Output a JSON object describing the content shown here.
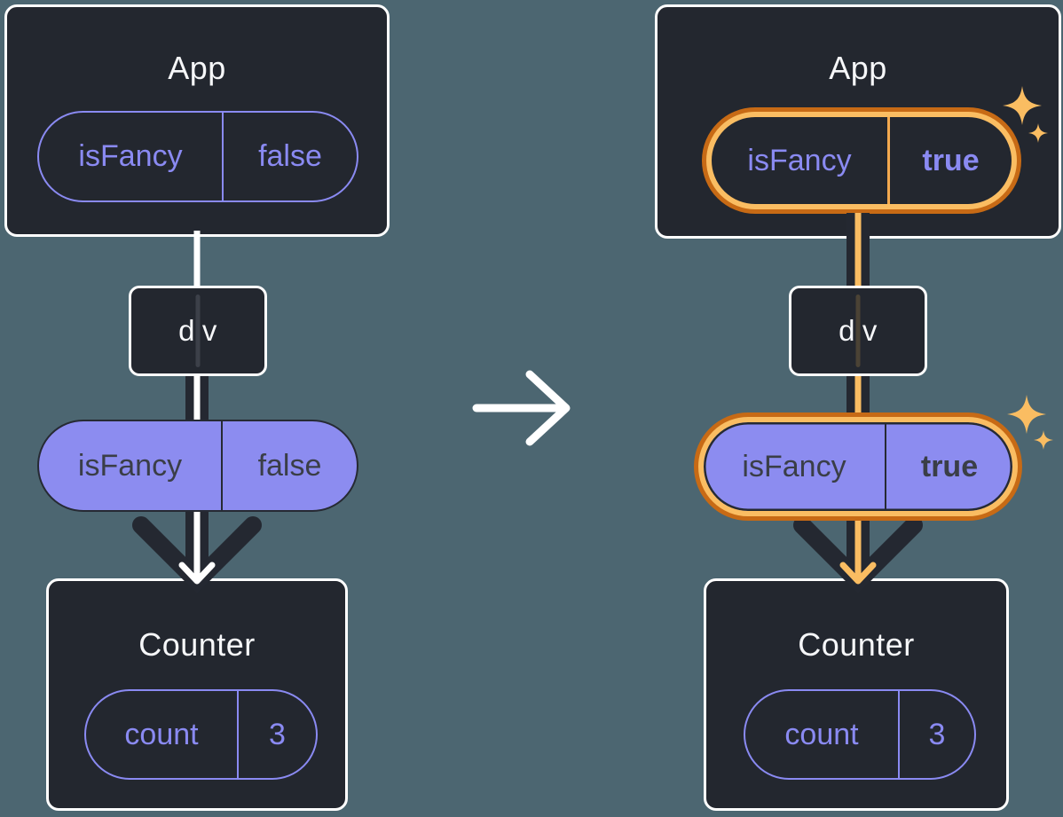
{
  "colors": {
    "background": "#4C6671",
    "box_fill": "#23272F",
    "box_border": "#FFFFFF",
    "purple_outline": "#8A8AF2",
    "purple_fill": "#8C8CF0",
    "pill_dark_text": "#3A3E47",
    "title_text": "#F6F7F9",
    "highlight_orange_light": "#FABD62",
    "highlight_orange_dark": "#C76A15",
    "arrow_dark": "#242831",
    "flow_line_before": "#FFFFFF",
    "flow_line_after": "#FABD62"
  },
  "before": {
    "app": {
      "title": "App",
      "prop": {
        "name": "isFancy",
        "value": "false"
      }
    },
    "container": {
      "title": "div"
    },
    "passed_prop": {
      "name": "isFancy",
      "value": "false"
    },
    "counter": {
      "title": "Counter",
      "state": {
        "name": "count",
        "value": "3"
      }
    }
  },
  "after": {
    "app": {
      "title": "App",
      "prop": {
        "name": "isFancy",
        "value": "true"
      }
    },
    "container": {
      "title": "div"
    },
    "passed_prop": {
      "name": "isFancy",
      "value": "true"
    },
    "counter": {
      "title": "Counter",
      "state": {
        "name": "count",
        "value": "3"
      }
    }
  }
}
